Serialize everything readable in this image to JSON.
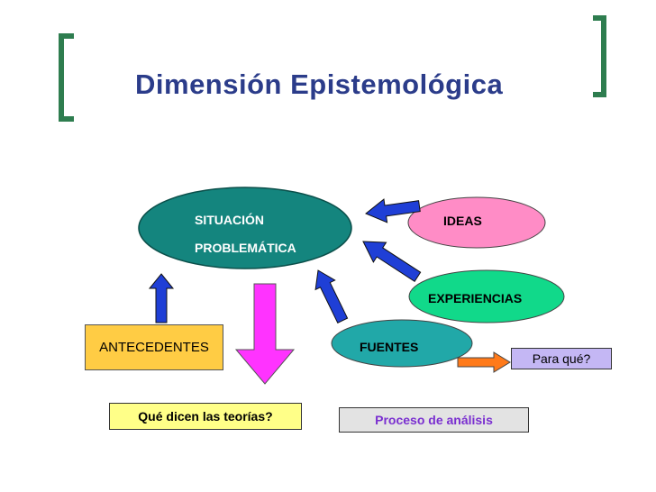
{
  "slide": {
    "title": "Dimensión Epistemológica",
    "nodes": {
      "situacion": [
        "SITUACIÓN",
        "PROBLEMÁTICA"
      ],
      "ideas": "IDEAS",
      "experiencias": "EXPERIENCIAS",
      "fuentes": "FUENTES",
      "antecedentes": "ANTECEDENTES",
      "para_que": "Para qué?",
      "teorias": "Qué dicen las teorías?",
      "proceso": "Proceso de análisis"
    },
    "colors": {
      "bracket": "#2e7d4f",
      "title": "#2b3c8a",
      "situacion": "#14857e",
      "ideas": "#ff8cc6",
      "experiencias": "#11d98a",
      "fuentes": "#21a8a8",
      "antecedentes": "#ffcc44",
      "para_que": "#c4b7f4",
      "teorias": "#ffff88",
      "proceso": "#e3e3e3",
      "proceso_text": "#7a2fd0",
      "blue_arrow": "#1f3fd6",
      "magenta_arrow": "#ff33ff",
      "orange_arrow": "#ff7a1a"
    }
  }
}
